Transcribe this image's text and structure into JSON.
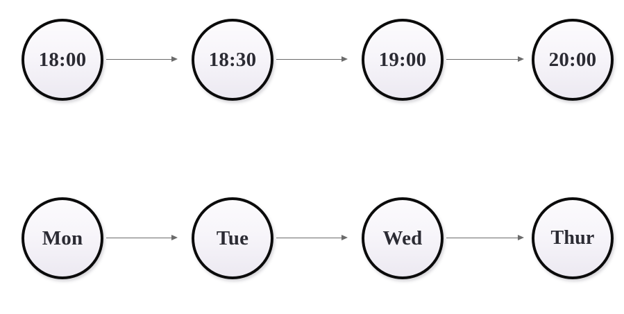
{
  "diagram": {
    "type": "flowchart",
    "background_color": "#ffffff",
    "node_shape": "circle",
    "node_fill_top_color": "#fcfbfd",
    "node_fill_bottom_color": "#ece9f1",
    "node_border_color": "#0b0b0b",
    "node_text_color": "#2b2b33",
    "connector_color": "#6b6b6b",
    "connector_type": "single-headed-arrow",
    "rows": [
      {
        "name": "time-sequence",
        "nodes": [
          {
            "label": "18:00"
          },
          {
            "label": "18:30"
          },
          {
            "label": "19:00"
          },
          {
            "label": "20:00"
          }
        ],
        "edges": [
          {
            "from": "18:00",
            "to": "18:30"
          },
          {
            "from": "18:30",
            "to": "19:00"
          },
          {
            "from": "19:00",
            "to": "20:00"
          }
        ]
      },
      {
        "name": "weekday-sequence",
        "nodes": [
          {
            "label": "Mon"
          },
          {
            "label": "Tue"
          },
          {
            "label": "Wed"
          },
          {
            "label": "Thur"
          }
        ],
        "edges": [
          {
            "from": "Mon",
            "to": "Tue"
          },
          {
            "from": "Tue",
            "to": "Wed"
          },
          {
            "from": "Wed",
            "to": "Thur"
          }
        ]
      }
    ]
  }
}
